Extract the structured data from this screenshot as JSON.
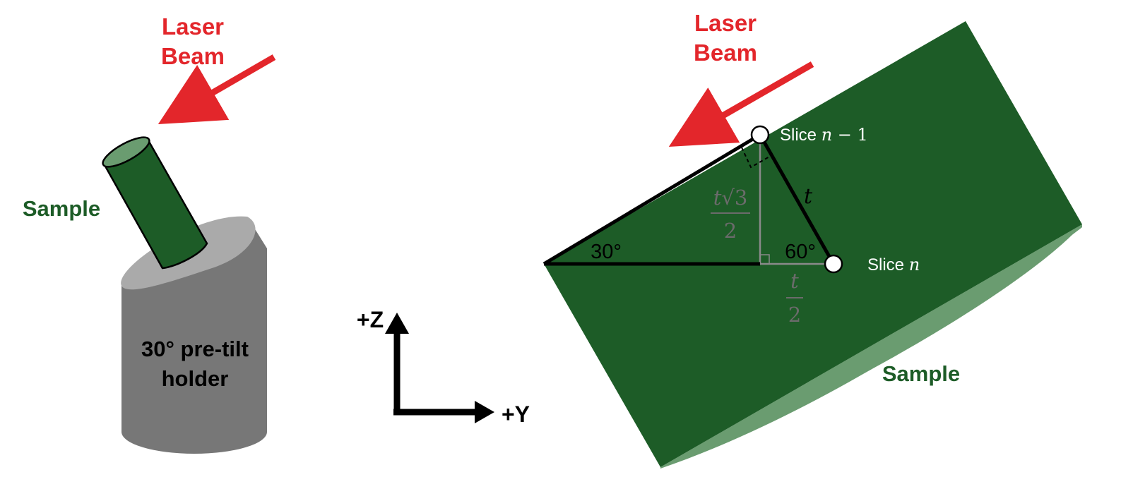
{
  "left_figure": {
    "laser_label_line1": "Laser",
    "laser_label_line2": "Beam",
    "sample_label": "Sample",
    "holder_label_line1": "30° pre-tilt",
    "holder_label_line2": "holder"
  },
  "axes": {
    "z_label": "+Z",
    "y_label": "+Y"
  },
  "right_figure": {
    "laser_label_line1": "Laser",
    "laser_label_line2": "Beam",
    "sample_label": "Sample",
    "angle_left": "30°",
    "angle_right": "60°",
    "slice_prev_prefix": "Slice ",
    "slice_prev_var": "n",
    "slice_prev_suffix": " − 1",
    "slice_curr_prefix": "Slice ",
    "slice_curr_var": "n",
    "side_t": "t",
    "height_num_var": "t",
    "height_num_radical": "√3",
    "height_den": "2",
    "base_num": "t",
    "base_den": "2"
  },
  "colors": {
    "laser_red": "#e3262b",
    "sample_green": "#1d5c27",
    "sample_face_light": "#6a9c70",
    "holder_gray": "#777777",
    "holder_top": "#aaaaaa"
  }
}
